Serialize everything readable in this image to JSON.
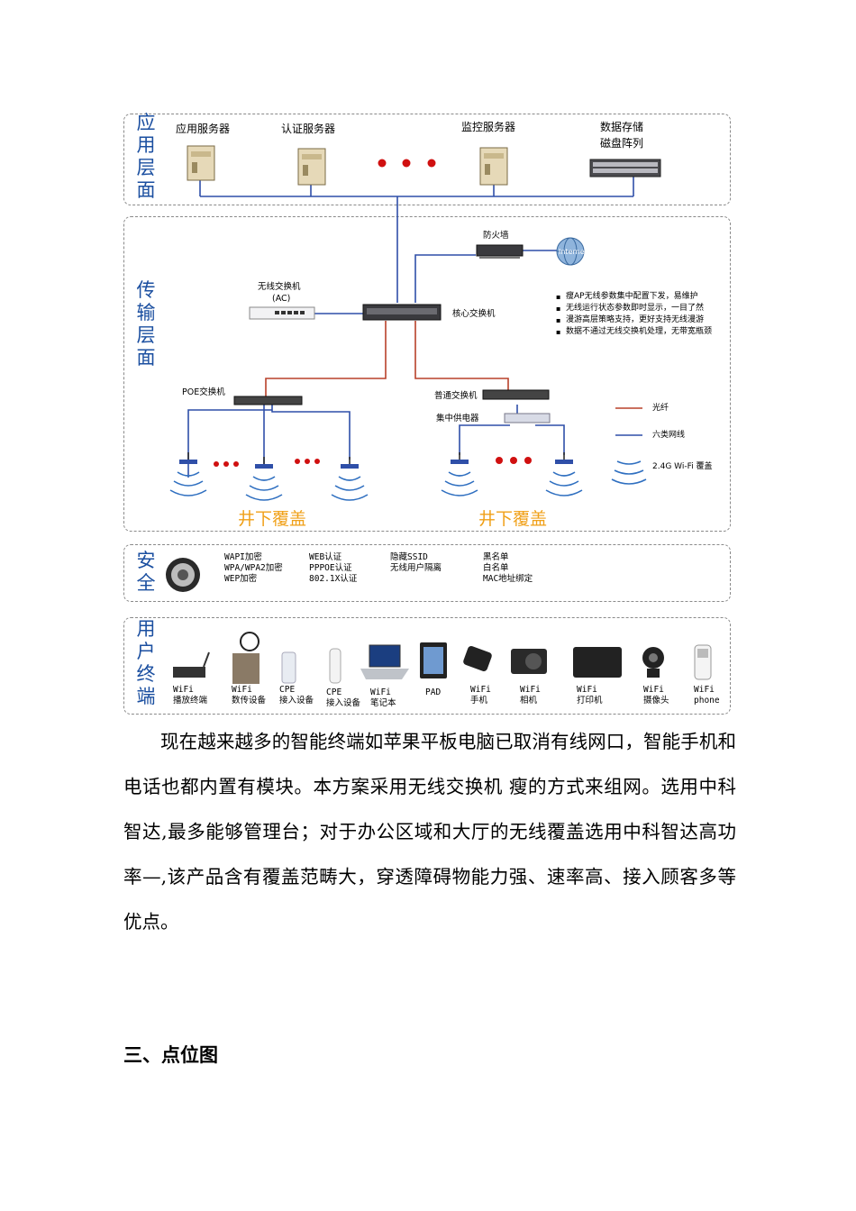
{
  "diagram": {
    "layers": {
      "application": "应\n用\n层\n面",
      "transport": "传\n输\n层\n面",
      "security": "安\n全",
      "user": "用\n户\n终\n端"
    },
    "app": {
      "server1": "应用服务器",
      "server2": "认证服务器",
      "server3": "监控服务器",
      "storage_line1": "数据存储",
      "storage_line2": "磁盘阵列"
    },
    "transport": {
      "firewall": "防火墙",
      "internet": "Internet",
      "ac_line1": "无线交换机",
      "ac_line2": "(AC)",
      "core_switch": "核心交换机",
      "poe_switch": "POE交换机",
      "normal_switch": "普通交换机",
      "power_injector": "集中供电器",
      "bullets": [
        "瘦AP无线参数集中配置下发，易维护",
        "无线运行状态参数即时显示，一目了然",
        "漫游高层策略支持，更好支持无线漫游",
        "数据不通过无线交换机处理，无带宽瓶颈"
      ],
      "legend": {
        "fiber": "光纤",
        "cat6": "六类网线",
        "wifi": "2.4G Wi-Fi 覆盖"
      },
      "coverage_left": "井下覆盖",
      "coverage_right": "井下覆盖",
      "colors": {
        "fiber": "#b8412a",
        "cat6": "#2f4fa8",
        "wifi": "#2f6fc0",
        "dots": "#d01010"
      }
    },
    "security": {
      "col1": [
        "WAPI加密",
        "WPA/WPA2加密",
        "WEP加密"
      ],
      "col2": [
        "WEB认证",
        "PPPOE认证",
        "802.1X认证"
      ],
      "col3": [
        "隐藏SSID",
        "无线用户隔离"
      ],
      "col4": [
        "黑名单",
        "白名单",
        "MAC地址绑定"
      ]
    },
    "devices": [
      {
        "l1": "WiFi",
        "l2": "播放终端"
      },
      {
        "l1": "WiFi",
        "l2": "数传设备"
      },
      {
        "l1": "CPE",
        "l2": "接入设备"
      },
      {
        "l1": "CPE",
        "l2": "接入设备"
      },
      {
        "l1": "WiFi",
        "l2": "笔记本"
      },
      {
        "l1": "PAD",
        "l2": ""
      },
      {
        "l1": "WiFi",
        "l2": "手机"
      },
      {
        "l1": "WiFi",
        "l2": "相机"
      },
      {
        "l1": "WiFi",
        "l2": "打印机"
      },
      {
        "l1": "WiFi",
        "l2": "摄像头"
      },
      {
        "l1": "WiFi",
        "l2": "phone"
      }
    ]
  },
  "body": {
    "paragraph": "现在越来越多的智能终端如苹果平板电脑已取消有线网口，智能手机和电话也都内置有模块。本方案采用无线交换机 瘦的方式来组网。选用中科智达,最多能够管理台；对于办公区域和大厅的无线覆盖选用中科智达高功率—,该产品含有覆盖范畴大，穿透障碍物能力强、速率高、接入顾客多等优点。",
    "section_heading": "三、点位图"
  }
}
